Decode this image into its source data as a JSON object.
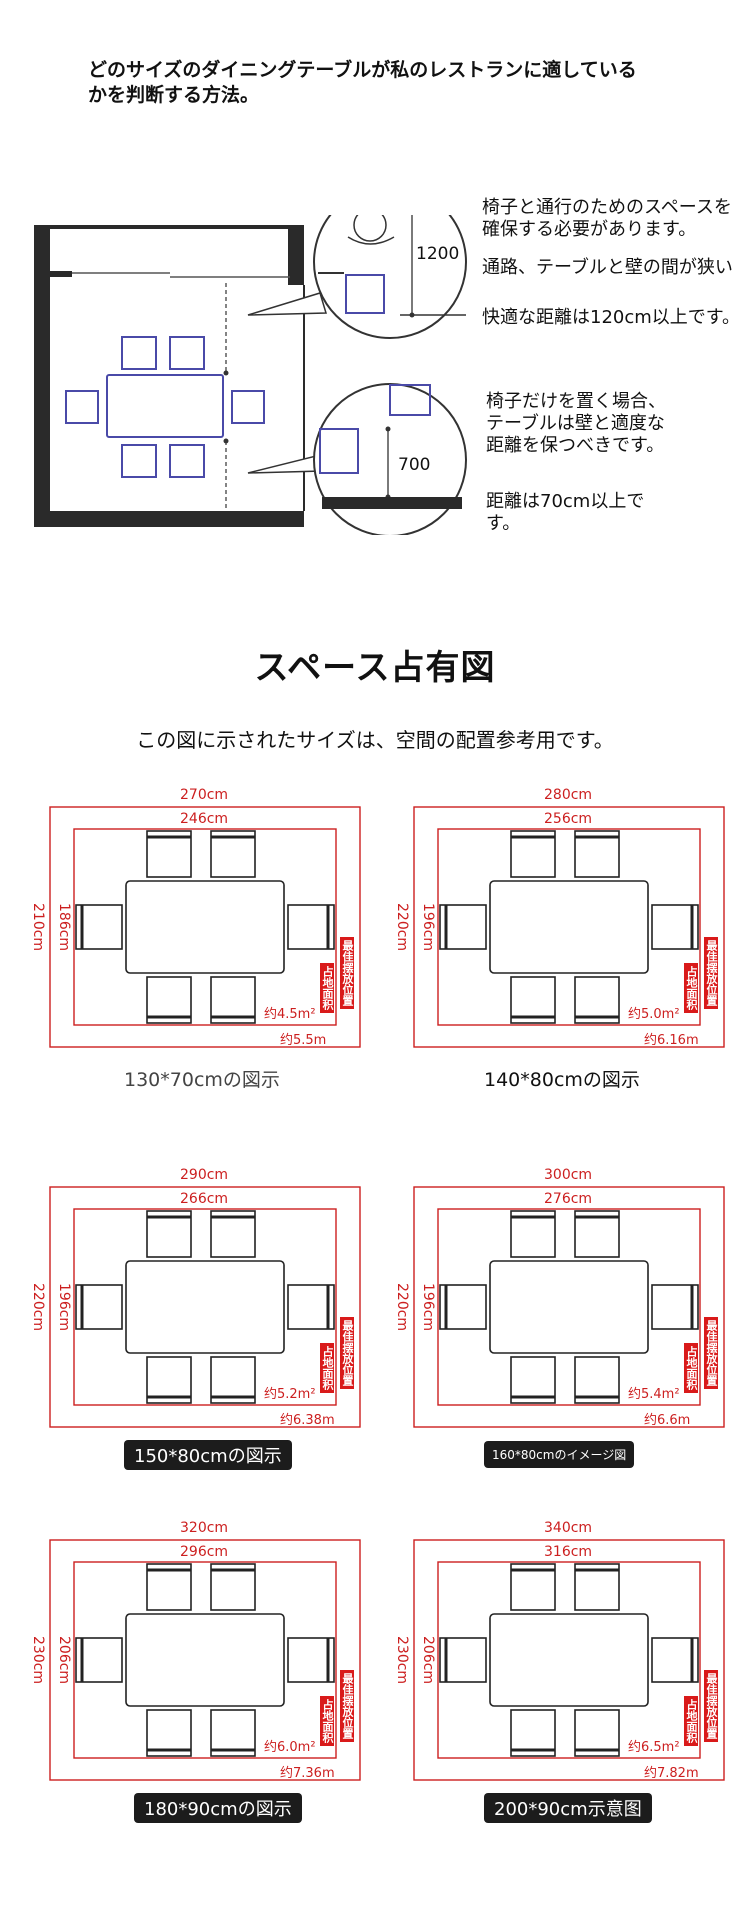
{
  "top_title": "どのサイズのダイニングテーブルが私のレストランに適しているかを判断する方法。",
  "floor_plan": {
    "dim_upper": "1200",
    "dim_lower": "700",
    "note1": "椅子と通行のためのスペースを確保する必要があります。",
    "note2": "通路、テーブルと壁の間が狭い",
    "note3": "快適な距離は120cm以上です。",
    "note4": "椅子だけを置く場合、テーブルは壁と適度な距離を保つべきです。",
    "note5": "距離は70cm以上です。"
  },
  "section": {
    "title": "スペース占有図",
    "subtitle": "この図に示されたサイズは、空間の配置参考用です。"
  },
  "colors": {
    "accent": "#cc1f1f",
    "chair": "#4a4aa8",
    "dark": "#1c1c1c"
  },
  "badges": {
    "occupied": "占地面积",
    "best": "最佳摆放位置"
  },
  "diagrams": [
    {
      "outer_w": "270cm",
      "inner_w": "246cm",
      "outer_h": "210cm",
      "inner_h": "186cm",
      "area": "约4.5m²",
      "total": "约5.5m",
      "caption": "130*70cmの図示",
      "caption_style": "plain"
    },
    {
      "outer_w": "280cm",
      "inner_w": "256cm",
      "outer_h": "220cm",
      "inner_h": "196cm",
      "area": "约5.0m²",
      "total": "约6.16m",
      "caption": "140*80cmの図示",
      "caption_style": "dark"
    },
    {
      "outer_w": "290cm",
      "inner_w": "266cm",
      "outer_h": "220cm",
      "inner_h": "196cm",
      "area": "约5.2m²",
      "total": "约6.38m",
      "caption": "150*80cmの図示",
      "caption_style": "pill"
    },
    {
      "outer_w": "300cm",
      "inner_w": "276cm",
      "outer_h": "220cm",
      "inner_h": "196cm",
      "area": "约5.4m²",
      "total": "约6.6m",
      "caption": "160*80cmのイメージ図",
      "caption_style": "pill small"
    },
    {
      "outer_w": "320cm",
      "inner_w": "296cm",
      "outer_h": "230cm",
      "inner_h": "206cm",
      "area": "约6.0m²",
      "total": "约7.36m",
      "caption": "180*90cmの図示",
      "caption_style": "pill"
    },
    {
      "outer_w": "340cm",
      "inner_w": "316cm",
      "outer_h": "230cm",
      "inner_h": "206cm",
      "area": "约6.5m²",
      "total": "约7.82m",
      "caption": "200*90cm示意图",
      "caption_style": "pill"
    }
  ]
}
